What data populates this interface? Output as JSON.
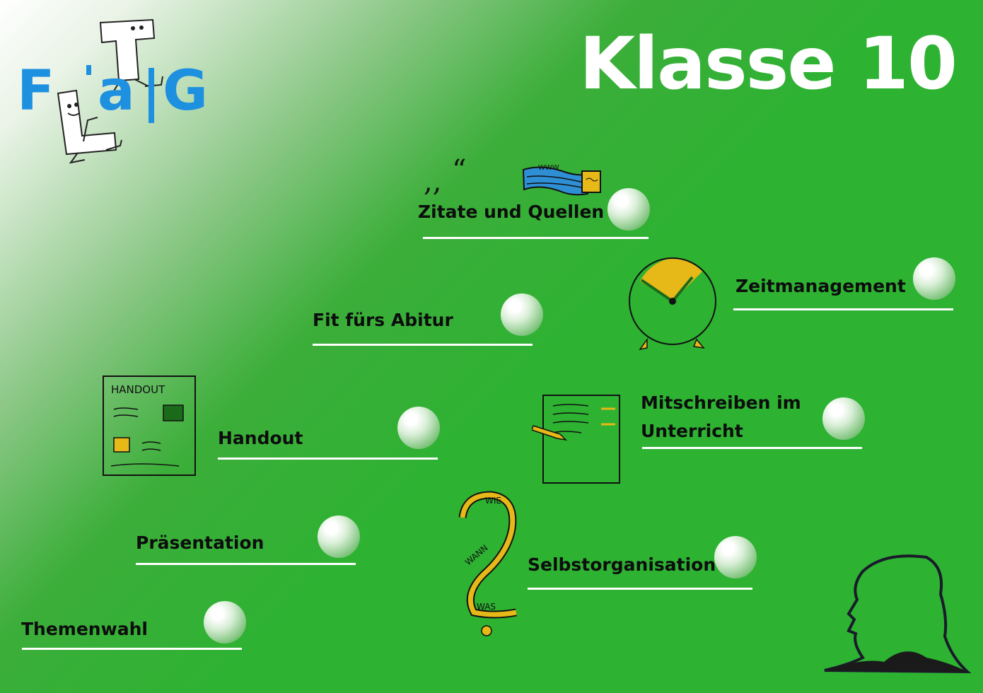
{
  "title": "Klasse 10",
  "logo": {
    "letter_f": "F",
    "letter_a": "a",
    "letter_g": "G",
    "brand_color": "#1e90e0"
  },
  "topics": [
    {
      "label": "Zitate und Quellen"
    },
    {
      "label": "Zeitmanagement"
    },
    {
      "label": "Fit fürs Abitur"
    },
    {
      "label": "Mitschreiben im Unterricht"
    },
    {
      "label": "Handout"
    },
    {
      "label": "Präsentation"
    },
    {
      "label": "Selbstorganisation"
    },
    {
      "label": "Themenwahl"
    }
  ],
  "illustrations": {
    "handout_heading": "HANDOUT",
    "question_words": [
      "WIE",
      "WANN",
      "WAS"
    ],
    "www_label": "WWW"
  },
  "colors": {
    "background": "#2db232",
    "accent_yellow": "#e6b818",
    "line": "#ffffff"
  }
}
